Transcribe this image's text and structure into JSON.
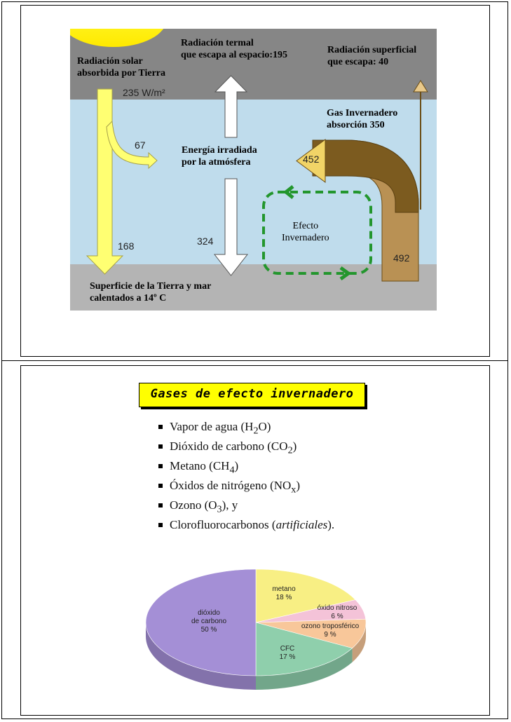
{
  "slide1": {
    "diagram": {
      "solar_label": "Radiación solar\nabsorbida por Tierra",
      "solar_value": "235 W/m²",
      "thermal_label": "Radiación termal\nque escapa al espacio:195",
      "surface_escape_label": "Radiación superficial\nque escapa: 40",
      "greenhouse_absorption_label": "Gas Invernadero\nabsorción 350",
      "atmosphere_label": "Energía irradiada\npor la atmósfera",
      "value_67": "67",
      "value_452": "452",
      "value_168": "168",
      "value_324": "324",
      "value_492": "492",
      "effect_label": "Efecto\nInvernadero",
      "surface_label": "Superficie de la Tierra y mar\ncalentados a 14º C",
      "colors": {
        "space": "#868686",
        "atmosphere": "#bfdcec",
        "ground": "#b4b4b4",
        "solar": "#ffff72",
        "brown_dark": "#7c5b1f",
        "brown_light": "#b99154",
        "effect_arrow": "#23962d"
      }
    }
  },
  "slide2": {
    "title": "Gases de efecto invernadero",
    "gases": [
      {
        "text": "Vapor de agua (H",
        "sub": "2",
        "after": "O)",
        "italic": ""
      },
      {
        "text": "Dióxido de carbono (CO",
        "sub": "2",
        "after": ")",
        "italic": ""
      },
      {
        "text": "Metano (CH",
        "sub": "4",
        "after": ")",
        "italic": ""
      },
      {
        "text": "Óxidos de nitrógeno (NO",
        "sub": "x",
        "after": ")",
        "italic": ""
      },
      {
        "text": "Ozono (O",
        "sub": "3",
        "after": "), y",
        "italic": ""
      },
      {
        "text": "Clorofluorocarbonos (",
        "sub": "",
        "after": ").",
        "italic": "artificiales"
      }
    ],
    "chart_data": {
      "type": "pie",
      "title": "",
      "slices": [
        {
          "label": "dióxido\nde carbono",
          "value": 50,
          "value_label": "50 %",
          "color": "#a48fd6"
        },
        {
          "label": "metano",
          "value": 18,
          "value_label": "18 %",
          "color": "#f8ef84"
        },
        {
          "label": "óxido nitroso",
          "value": 6,
          "value_label": "6 %",
          "color": "#f4c3d8"
        },
        {
          "label": "ozono troposférico",
          "value": 9,
          "value_label": "9 %",
          "color": "#f8c79a"
        },
        {
          "label": "CFC",
          "value": 17,
          "value_label": "17 %",
          "color": "#8fcfac"
        }
      ]
    }
  }
}
